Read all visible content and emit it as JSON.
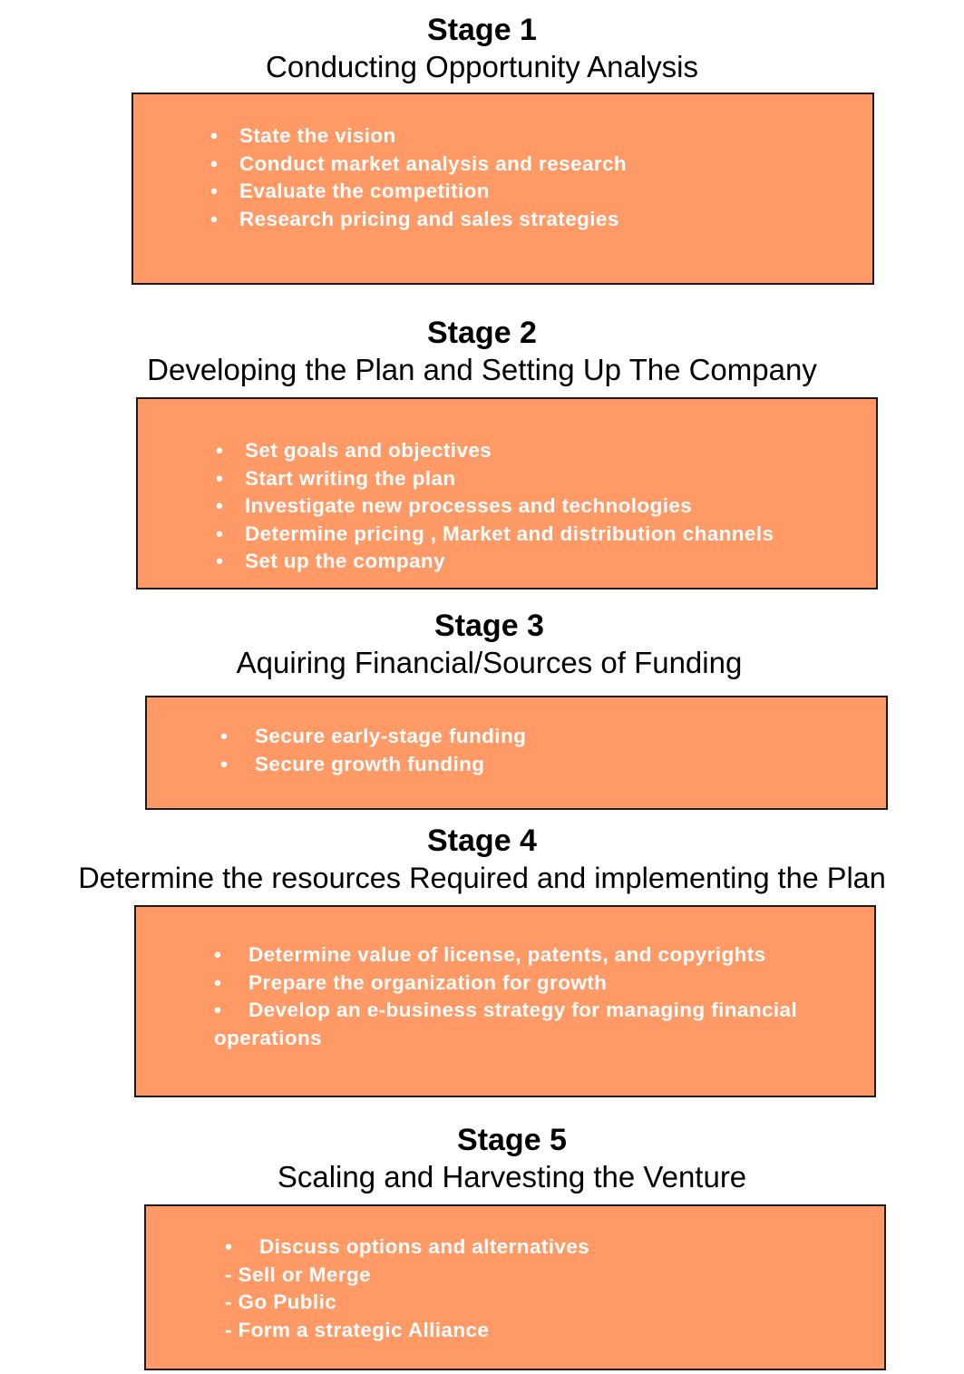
{
  "colors": {
    "box_fill": "#ff9966",
    "box_border": "#1a1a1a",
    "box_text": "#ffffff",
    "heading_text": "#000000"
  },
  "bullet_symbol": "•",
  "stages": [
    {
      "number": "Stage 1",
      "title": "Conducting Opportunity Analysis",
      "items": [
        "State the vision",
        "Conduct market analysis and research",
        "Evaluate the competition",
        "Research pricing and sales strategies"
      ]
    },
    {
      "number": "Stage 2",
      "title": "Developing the Plan and Setting Up The Company",
      "items": [
        "Set goals and objectives",
        "Start writing the plan",
        "Investigate new processes and technologies",
        "Determine pricing , Market and distribution channels",
        "Set up the company"
      ]
    },
    {
      "number": "Stage 3",
      "title": "Aquiring Financial/Sources of Funding",
      "items": [
        "Secure early-stage funding",
        "Secure growth funding"
      ]
    },
    {
      "number": "Stage 4",
      "title": "Determine the resources Required and implementing the Plan",
      "items": [
        "Determine value of license, patents, and copyrights",
        "Prepare the organization for growth",
        "Develop an e-business strategy for managing financial",
        "operations"
      ]
    },
    {
      "number": "Stage 5",
      "title": "Scaling and Harvesting the Venture",
      "items": [
        "Discuss options and alternatives",
        "- Sell or Merge",
        "- Go Public",
        "- Form a strategic Alliance"
      ]
    }
  ]
}
